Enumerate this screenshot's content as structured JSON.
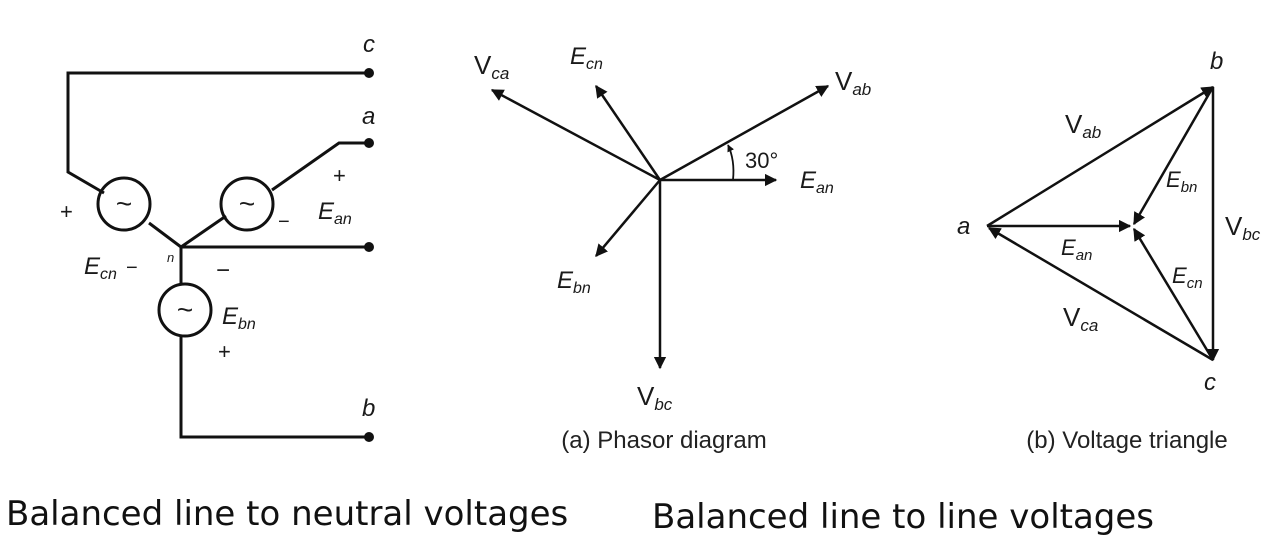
{
  "circuit": {
    "node_c": "c",
    "node_a": "a",
    "node_b": "b",
    "node_n": "n",
    "src_tilde": "~",
    "plus": "+",
    "minus": "−",
    "E_an": {
      "base": "E",
      "sub": "an"
    },
    "E_cn": {
      "base": "E",
      "sub": "cn"
    },
    "E_bn": {
      "base": "E",
      "sub": "bn"
    }
  },
  "phasor": {
    "V_ca": {
      "base": "V",
      "sub": "ca"
    },
    "E_cn": {
      "base": "E",
      "sub": "cn"
    },
    "V_ab": {
      "base": "V",
      "sub": "ab"
    },
    "E_an": {
      "base": "E",
      "sub": "an"
    },
    "E_bn": {
      "base": "E",
      "sub": "bn"
    },
    "V_bc": {
      "base": "V",
      "sub": "bc"
    },
    "angle": "30°",
    "caption": "(a) Phasor diagram"
  },
  "triangle": {
    "vertex_a": "a",
    "vertex_b": "b",
    "vertex_c": "c",
    "V_ab": {
      "base": "V",
      "sub": "ab"
    },
    "V_bc": {
      "base": "V",
      "sub": "bc"
    },
    "V_ca": {
      "base": "V",
      "sub": "ca"
    },
    "E_an": {
      "base": "E",
      "sub": "an"
    },
    "E_bn": {
      "base": "E",
      "sub": "bn"
    },
    "E_cn": {
      "base": "E",
      "sub": "cn"
    },
    "caption": "(b) Voltage triangle"
  },
  "titles": {
    "left": "Balanced line to neutral voltages",
    "right": "Balanced line to line voltages"
  }
}
